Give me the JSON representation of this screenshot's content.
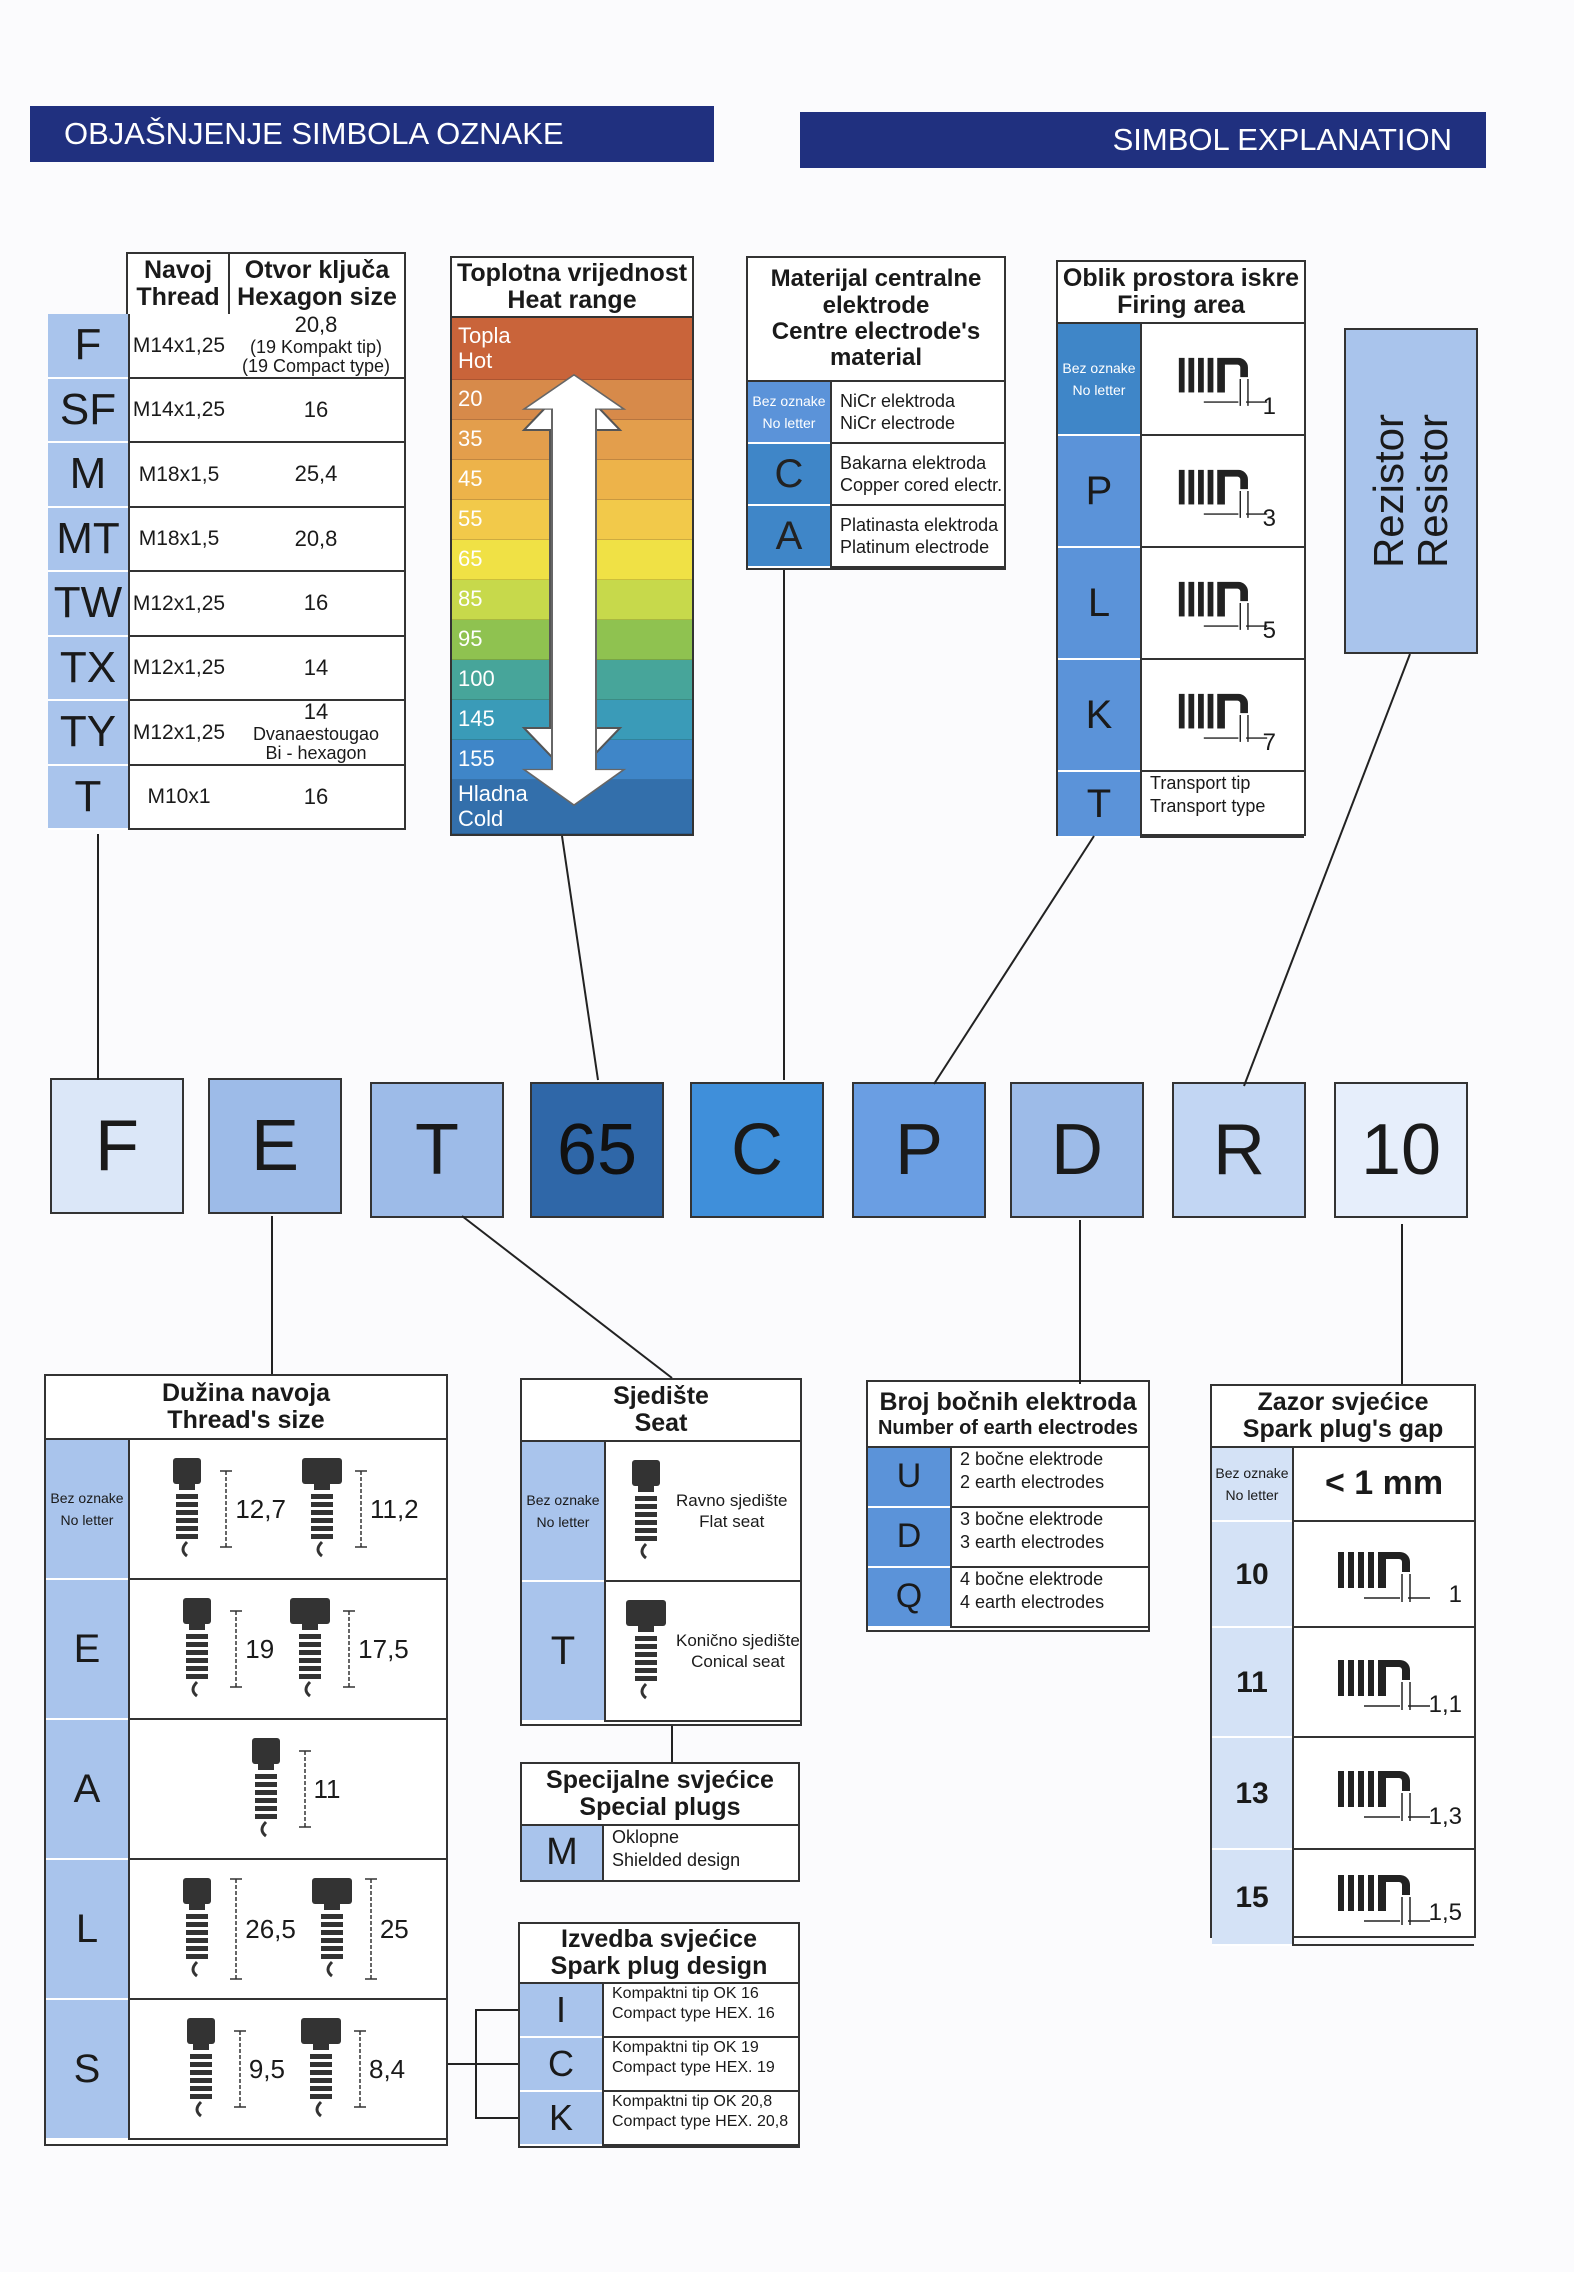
{
  "header": {
    "left_title": "OBJAŠNJENJE SIMBOLA OZNAKE",
    "right_title": "SIMBOL EXPLANATION"
  },
  "thread_table": {
    "col_thread": {
      "hr": "Navoj",
      "en": "Thread"
    },
    "col_hex": {
      "hr": "Otvor ključa",
      "en": "Hexagon size"
    },
    "rows": [
      {
        "code": "F",
        "thread": "M14x1,25",
        "hex": "20,8",
        "hex_note1": "(19 Kompakt tip)",
        "hex_note2": "(19 Compact type)"
      },
      {
        "code": "SF",
        "thread": "M14x1,25",
        "hex": "16"
      },
      {
        "code": "M",
        "thread": "M18x1,5",
        "hex": "25,4"
      },
      {
        "code": "MT",
        "thread": "M18x1,5",
        "hex": "20,8"
      },
      {
        "code": "TW",
        "thread": "M12x1,25",
        "hex": "16"
      },
      {
        "code": "TX",
        "thread": "M12x1,25",
        "hex": "14"
      },
      {
        "code": "TY",
        "thread": "M12x1,25",
        "hex": "14",
        "hex_note1": "Dvanaestougao",
        "hex_note2": "Bi - hexagon"
      },
      {
        "code": "T",
        "thread": "M10x1",
        "hex": "16"
      }
    ]
  },
  "heat_range": {
    "title_hr": "Toplotna vrijednost",
    "title_en": "Heat range",
    "hot_hr": "Topla",
    "hot_en": "Hot",
    "values": [
      "20",
      "35",
      "45",
      "55",
      "65",
      "85",
      "95",
      "100",
      "145",
      "155"
    ],
    "cold_hr": "Hladna",
    "cold_en": "Cold",
    "colors": [
      "#c9643a",
      "#d78a4a",
      "#e39e4c",
      "#edb34a",
      "#f2c94a",
      "#f0e145",
      "#c7d94b",
      "#8fc250",
      "#47a59a",
      "#3a9bb8",
      "#3f86c8",
      "#336fab"
    ]
  },
  "material": {
    "title_hr": "Materijal centralne elektrode",
    "title_en": "Centre electrode's material",
    "rows": [
      {
        "code_hr": "Bez oznake",
        "code_en": "No letter",
        "hr": "NiCr elektroda",
        "en": "NiCr electrode"
      },
      {
        "code": "C",
        "hr": "Bakarna elektroda",
        "en": "Copper cored electr."
      },
      {
        "code": "A",
        "hr": "Platinasta elektroda",
        "en": "Platinum electrode"
      }
    ]
  },
  "firing_area": {
    "title_hr": "Oblik prostora iskre",
    "title_en": "Firing area",
    "rows": [
      {
        "code_hr": "Bez oznake",
        "code_en": "No letter",
        "dim": "1"
      },
      {
        "code": "P",
        "dim": "3"
      },
      {
        "code": "L",
        "dim": "5"
      },
      {
        "code": "K",
        "dim": "7"
      },
      {
        "code": "T",
        "hr": "Transport tip",
        "en": "Transport type"
      }
    ]
  },
  "resistor": {
    "hr": "Rezistor",
    "en": "Resistor"
  },
  "code_boxes": [
    "F",
    "E",
    "T",
    "65",
    "C",
    "P",
    "D",
    "R",
    "10"
  ],
  "code_colors": [
    "#dbe7f8",
    "#9dbbe8",
    "#9dbbe8",
    "#2f67a8",
    "#3f8fda",
    "#6a9ee3",
    "#9dbbe8",
    "#c2d6f3",
    "#e6eefb"
  ],
  "thread_size": {
    "title_hr": "Dužina navoja",
    "title_en": "Thread's size",
    "rows": [
      {
        "code_hr": "Bez oznake",
        "code_en": "No letter",
        "a": "12,7",
        "b": "11,2"
      },
      {
        "code": "E",
        "a": "19",
        "b": "17,5"
      },
      {
        "code": "A",
        "a": "11"
      },
      {
        "code": "L",
        "a": "26,5",
        "b": "25"
      },
      {
        "code": "S",
        "a": "9,5",
        "b": "8,4"
      }
    ]
  },
  "seat": {
    "title_hr": "Sjedište",
    "title_en": "Seat",
    "rows": [
      {
        "code_hr": "Bez oznake",
        "code_en": "No letter",
        "hr": "Ravno sjedište",
        "en": "Flat seat"
      },
      {
        "code": "T",
        "hr": "Konično sjedište",
        "en": "Conical seat"
      }
    ]
  },
  "special": {
    "title_hr": "Specijalne svjećice",
    "title_en": "Special plugs",
    "code": "M",
    "hr": "Oklopne",
    "en": "Shielded design"
  },
  "design": {
    "title_hr": "Izvedba svjećice",
    "title_en": "Spark plug design",
    "rows": [
      {
        "code": "I",
        "hr": "Kompaktni tip OK 16",
        "en": "Compact type HEX. 16"
      },
      {
        "code": "C",
        "hr": "Kompaktni tip OK 19",
        "en": "Compact type HEX. 19"
      },
      {
        "code": "K",
        "hr": "Kompaktni tip OK 20,8",
        "en": "Compact type HEX. 20,8"
      }
    ]
  },
  "earth": {
    "title_hr": "Broj bočnih elektroda",
    "title_en": "Number of earth electrodes",
    "rows": [
      {
        "code": "U",
        "hr": "2 bočne elektrode",
        "en": "2 earth electrodes"
      },
      {
        "code": "D",
        "hr": "3 bočne elektrode",
        "en": "3 earth electrodes"
      },
      {
        "code": "Q",
        "hr": "4 bočne elektrode",
        "en": "4 earth electrodes"
      }
    ]
  },
  "gap": {
    "title_hr": "Zazor svjećice",
    "title_en": "Spark plug's gap",
    "rows": [
      {
        "code_hr": "Bez oznake",
        "code_en": "No letter",
        "value": "< 1 mm"
      },
      {
        "code": "10",
        "dim": "1"
      },
      {
        "code": "11",
        "dim": "1,1"
      },
      {
        "code": "13",
        "dim": "1,3"
      },
      {
        "code": "15",
        "dim": "1,5"
      }
    ]
  }
}
